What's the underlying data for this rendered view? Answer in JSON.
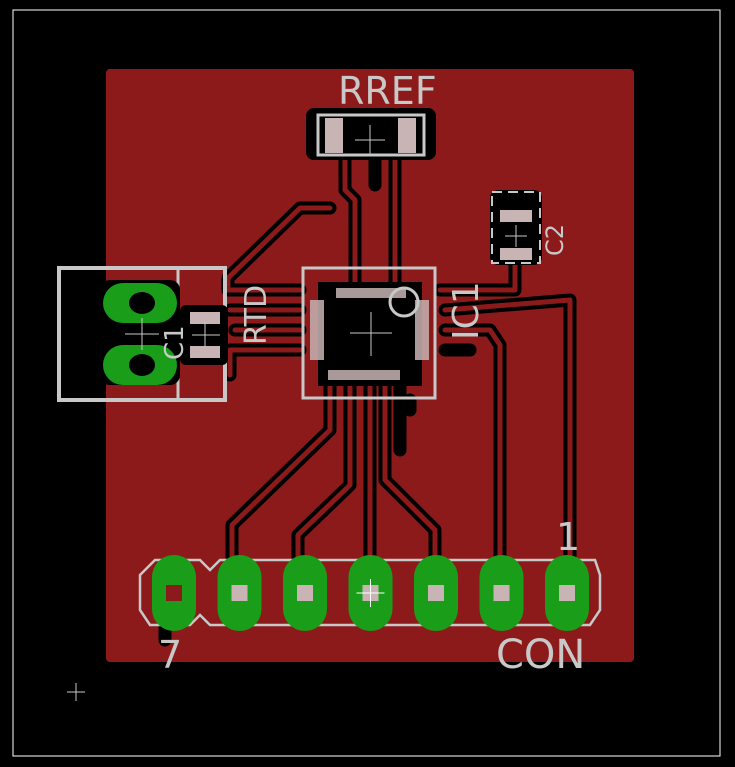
{
  "board": {
    "colors": {
      "background": "#000000",
      "copper": "#8c1a1a",
      "pad": "#1a9e1a",
      "silkscreen": "#c8c8c8",
      "smd": "#c8b4b4",
      "outline": "#ffffff"
    }
  },
  "labels": {
    "rref": "RREF",
    "ic1": "IC1",
    "rtd": "RTD",
    "c1": "C1",
    "c2": "C2",
    "con": "CON",
    "pin_first": "1",
    "pin_last": "7"
  },
  "connector": {
    "pin_count": 7
  }
}
